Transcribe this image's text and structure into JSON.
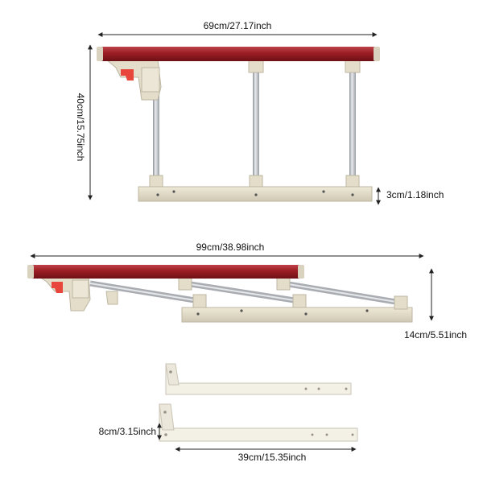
{
  "colors": {
    "rail_wood": "#9b1d24",
    "rail_wood_dark": "#6e1016",
    "rail_wood_light": "#c0434a",
    "end_cap": "#d9d2bf",
    "frame": "#e3ddca",
    "frame_shadow": "#bdb6a2",
    "pole": "#cfd2d6",
    "pole_dark": "#8e9398",
    "latch_red": "#e8463d",
    "bracket": "#f3f0e6",
    "bracket_edge": "#c9c4b4",
    "dimension_line": "#222222"
  },
  "dimensions": {
    "upright_width": "69cm/27.17inch",
    "upright_height": "40cm/15.75inch",
    "base_thickness": "3cm/1.18inch",
    "folded_width": "99cm/38.98inch",
    "folded_height": "14cm/5.51inch",
    "bracket_height": "8cm/3.15inch",
    "bracket_length": "39cm/15.35inch"
  }
}
